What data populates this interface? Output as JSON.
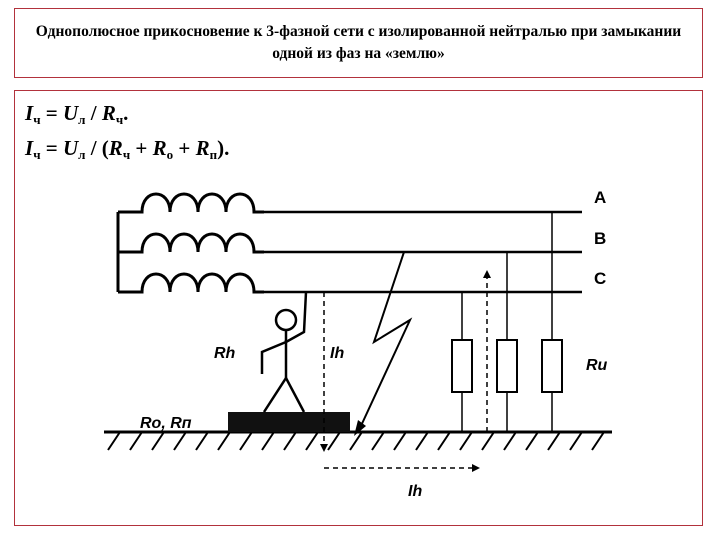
{
  "title": "Однополюсное прикосновение к 3-фазной сети с изолированной нейтралью при замыкании одной из фаз на «землю»",
  "formula1": {
    "i": "I",
    "i_sub": "ч",
    "eq": " = ",
    "u": "U",
    "u_sub": "л",
    "slash": " / ",
    "r": "R",
    "r_sub": "ч",
    "end": "."
  },
  "formula2": {
    "i": "I",
    "i_sub": "ч",
    "eq": " = ",
    "u": "U",
    "u_sub": "л",
    "open": " / (",
    "r1": "R",
    "r1_sub": "ч",
    "plus1": " + ",
    "r2": "R",
    "r2_sub": "о",
    "plus2": " + ",
    "r3": "R",
    "r3_sub": "п",
    "end": ")."
  },
  "diagram": {
    "phase_a": "A",
    "phase_b": "B",
    "phase_c": "C",
    "label_rh": "Rh",
    "label_ih_vertical": "Ih",
    "label_ru": "Ru",
    "label_ro_rp": "Ro, Rп",
    "label_ih_ground": "Ih"
  }
}
